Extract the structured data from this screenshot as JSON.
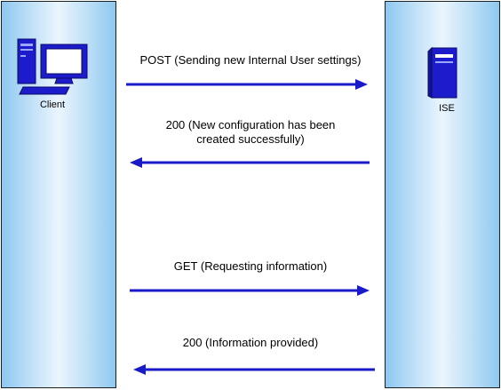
{
  "colors": {
    "arrow": "#1a1ac8",
    "device": "#1c1ccc",
    "column_edge": "#8ec8f0",
    "column_center": "#eaf5fd"
  },
  "participants": {
    "client": {
      "label": "Client",
      "icon": "desktop-computer-icon"
    },
    "ise": {
      "label": "ISE",
      "icon": "server-tower-icon"
    }
  },
  "messages": [
    {
      "text": "POST (Sending new Internal User settings)",
      "direction": "client-to-ise"
    },
    {
      "line1": "200 (New configuration has been",
      "line2": "created successfully)",
      "direction": "ise-to-client"
    },
    {
      "text": "GET (Requesting information)",
      "direction": "client-to-ise"
    },
    {
      "text": "200 (Information provided)",
      "direction": "ise-to-client"
    }
  ]
}
